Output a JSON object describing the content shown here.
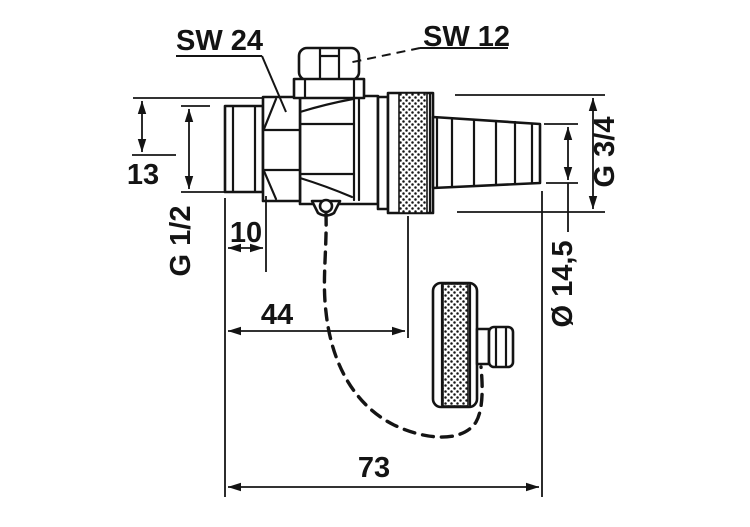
{
  "drawing": {
    "description": "dimensioned line drawing of a drain valve with hose connector and sealing cap on chain",
    "colors": {
      "line": "#141414",
      "background": "#ffffff"
    },
    "labels": {
      "sw24": "SW 24",
      "sw12": "SW 12",
      "dim_13": "13",
      "g_half": "G 1/2",
      "dim_10": "10",
      "dim_44": "44",
      "dim_73": "73",
      "g_three_quarter": "G 3/4",
      "diameter_14_5": "Ø 14,5"
    }
  }
}
